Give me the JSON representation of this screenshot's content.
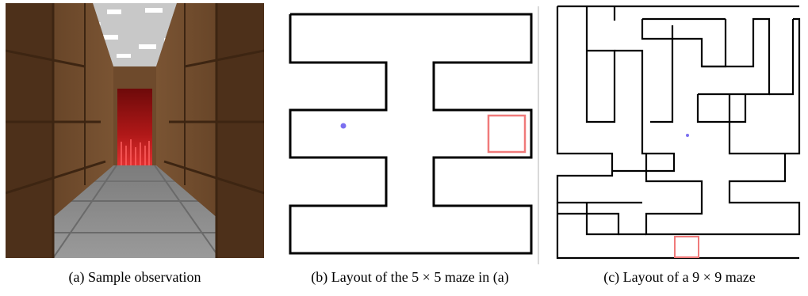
{
  "figure": {
    "panels": [
      {
        "id": "a",
        "caption": "(a) Sample observation",
        "content": "first-person view of a stone corridor with grey floor tiles, textured ceiling and a red door at the far end"
      },
      {
        "id": "b",
        "caption": "(b) Layout of the 5 × 5 maze in (a)",
        "agent_color": "#7b6ff0",
        "goal_color": "#f07a7a"
      },
      {
        "id": "c",
        "caption": "(c) Layout of a 9 × 9 maze",
        "agent_color": "#7b6ff0",
        "goal_color": "#f07a7a"
      }
    ]
  }
}
